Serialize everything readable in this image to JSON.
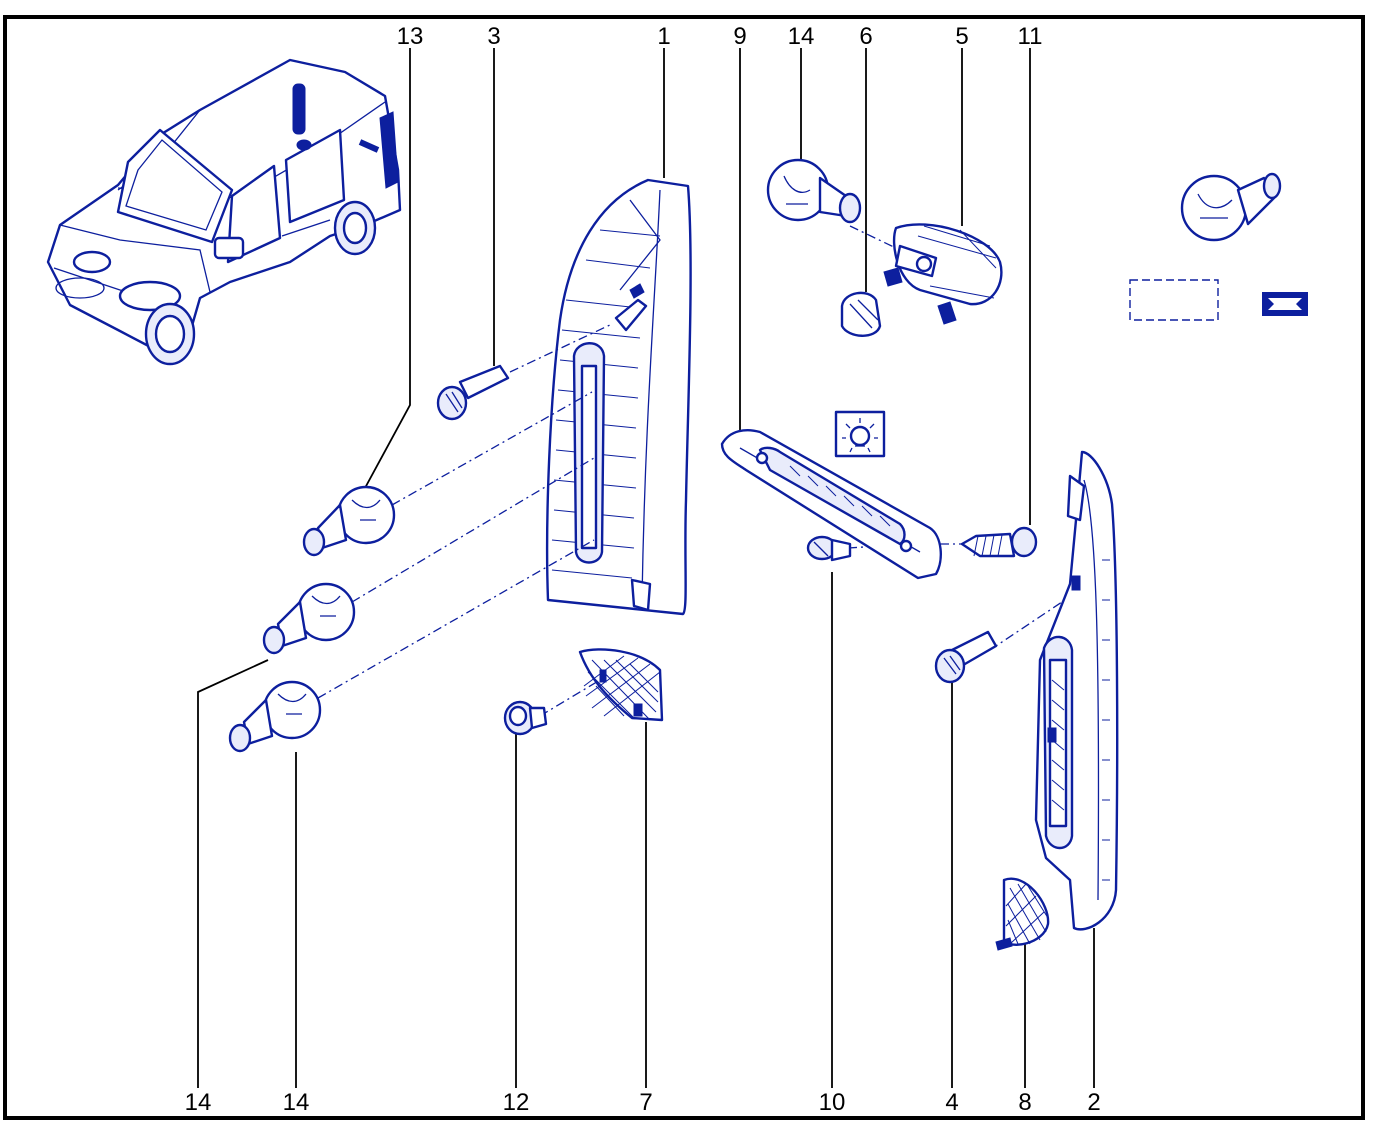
{
  "callouts_top": [
    "13",
    "3",
    "1",
    "9",
    "14",
    "6",
    "5",
    "11"
  ],
  "callouts_bottom": [
    "14",
    "14",
    "12",
    "7",
    "10",
    "4",
    "8",
    "2"
  ],
  "colors": {
    "line": "#0d1f9e",
    "frame": "#000000",
    "background": "#ffffff"
  },
  "icons": [
    "vehicle-illustration",
    "bulb-legend-icon",
    "light-symbol-icon",
    "dashed-box-icon",
    "ribbon-icon"
  ]
}
